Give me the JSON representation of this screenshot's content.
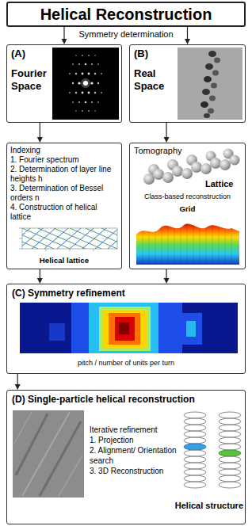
{
  "diagram": {
    "nodes": [
      {
        "text": [
          "Helical Reconstruction"
        ]
      },
      {
        "text": [
          "(A)",
          "Fourier Space"
        ]
      },
      {
        "text": [
          "(B)",
          "Real Space"
        ]
      },
      {
        "text": [
          "Indexing",
          "1. Fourier spectrum",
          "2. Determination of layer line heights h",
          "3. Determination of Bessel orders n",
          "4. Construction of helical lattice",
          "Helical lattice"
        ]
      },
      {
        "text": [
          "Tomography",
          "Lattice",
          "Class-based reconstruction",
          "Grid"
        ]
      },
      {
        "text": [
          "(C) Symmetry refinement",
          "pitch / number of units per turn"
        ]
      },
      {
        "text": [
          "(D) Single-particle helical reconstruction",
          "Iterative refinement",
          "1. Projection",
          "2. Alignment/ Orientation search",
          "3. 3D Reconstruction",
          "Helical structure"
        ]
      }
    ],
    "edges": [
      {
        "from": 0,
        "to": 1,
        "arrow": "to"
      },
      {
        "from": 0,
        "to": 2,
        "arrow": "to"
      },
      {
        "from": 1,
        "to": 3,
        "arrow": "to"
      },
      {
        "from": 2,
        "to": 4,
        "arrow": "to"
      },
      {
        "from": 3,
        "to": 5,
        "arrow": "to"
      },
      {
        "from": 4,
        "to": 5,
        "arrow": "to"
      },
      {
        "from": 5,
        "to": 6,
        "arrow": "to"
      }
    ],
    "labels": [
      "Symmetry determination"
    ]
  }
}
